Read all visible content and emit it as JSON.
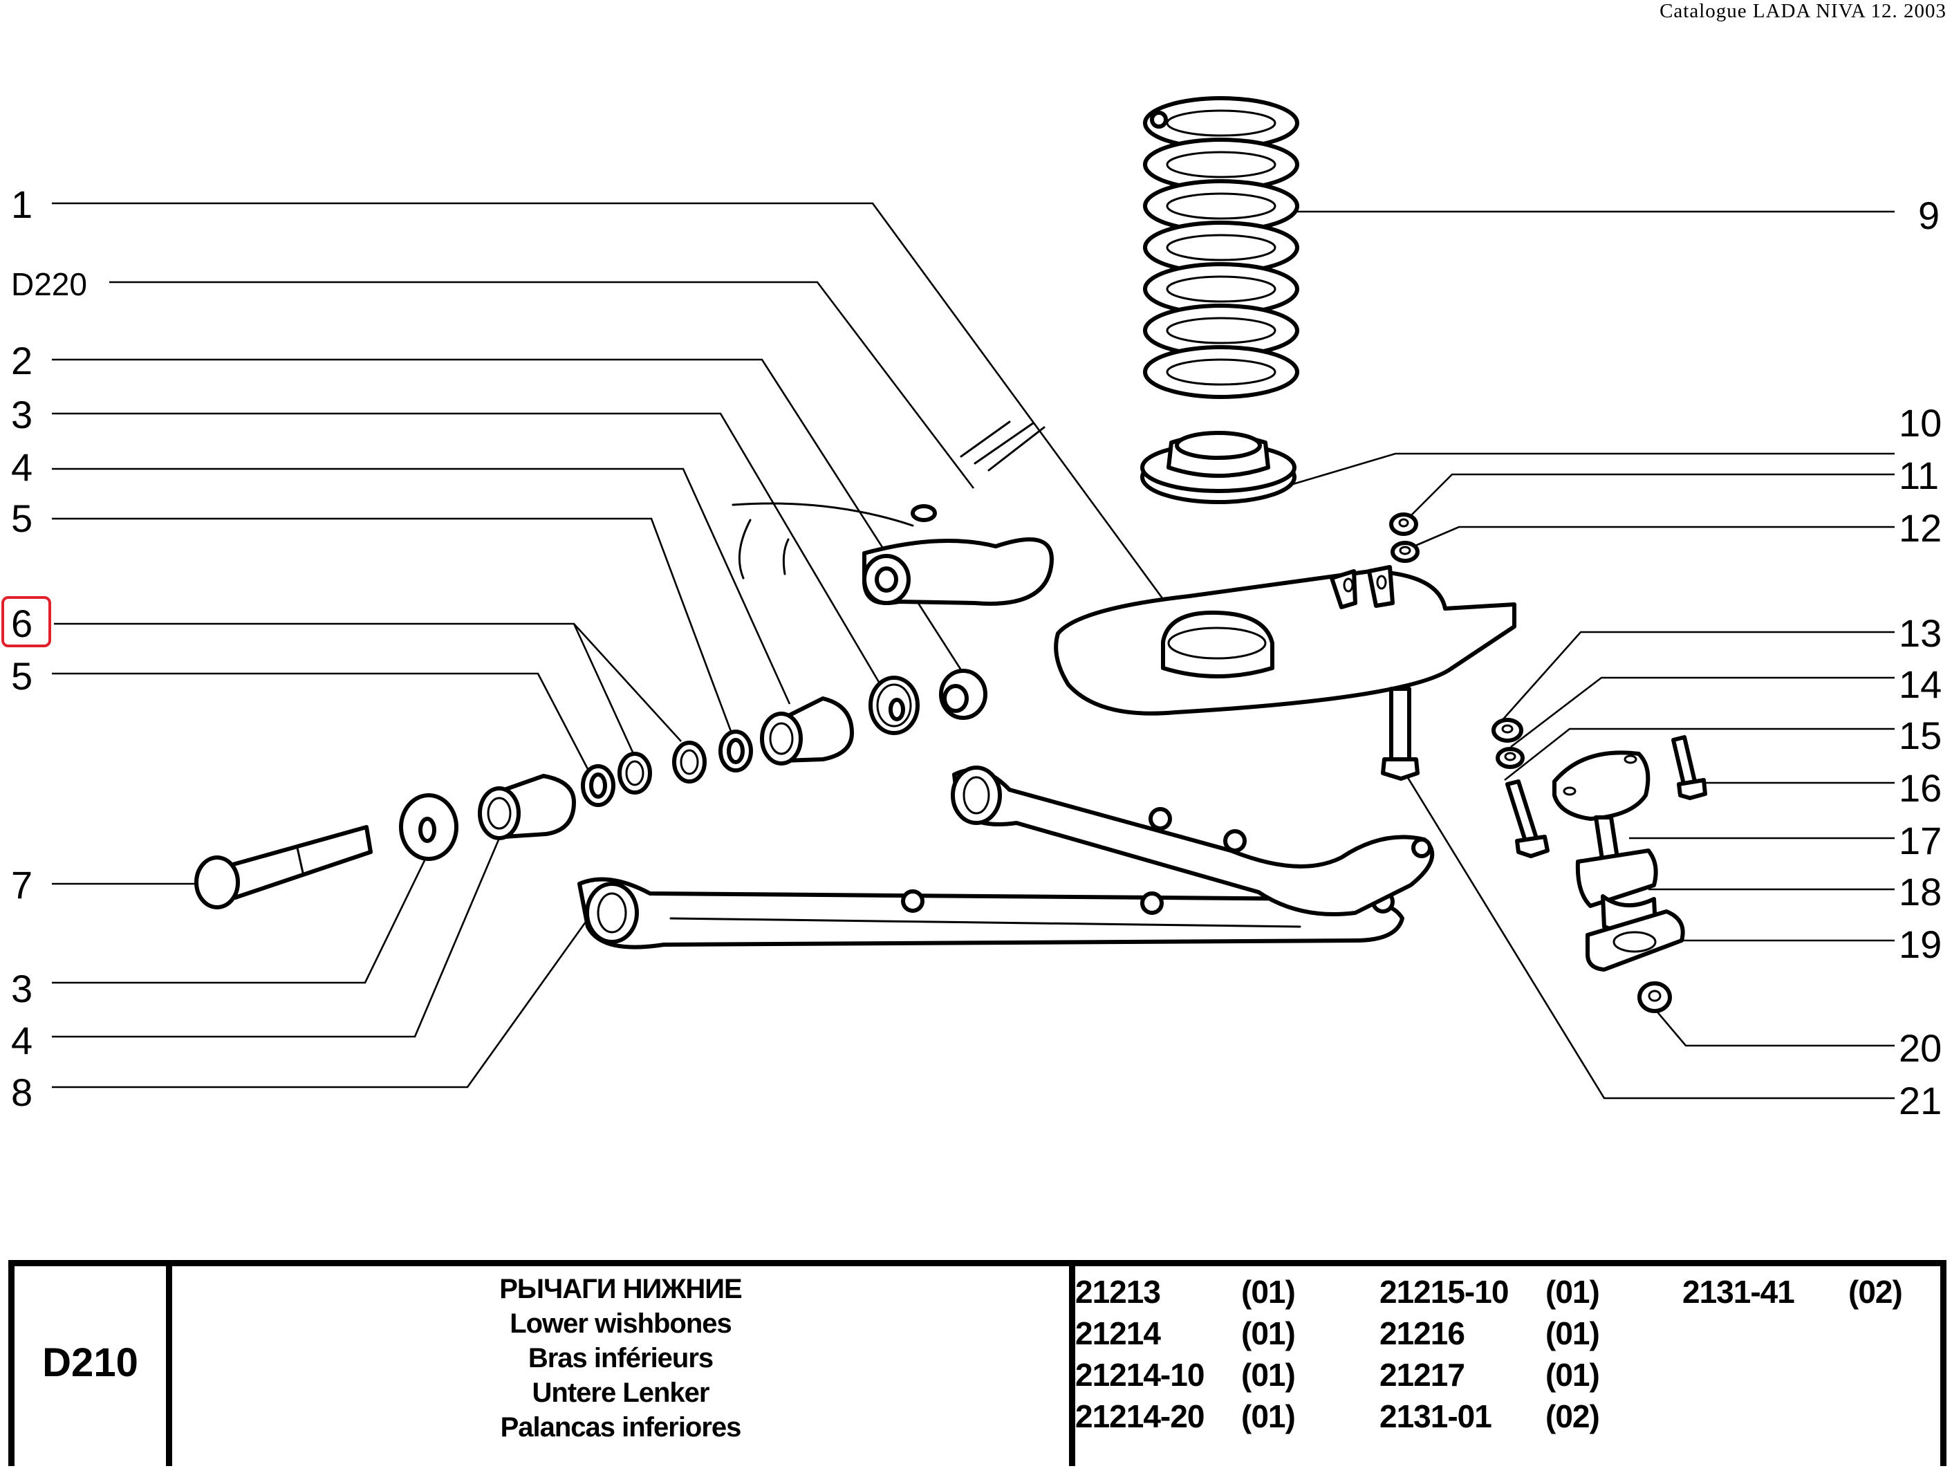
{
  "header": {
    "caption": "Catalogue LADA NIVA 12. 2003"
  },
  "diagram": {
    "title": "Exploded view of front suspension lower wishbones",
    "highlighted_callout": "6",
    "highlight_color": "#e0202a",
    "left_callouts": [
      {
        "label": "1",
        "part": "upper-arm-assembly-reference"
      },
      {
        "label": "D220",
        "part": "cross-reference-d220"
      },
      {
        "label": "2",
        "part": "self-locking-nut"
      },
      {
        "label": "3",
        "part": "thrust-washer"
      },
      {
        "label": "4",
        "part": "rubber-bushing"
      },
      {
        "label": "5",
        "part": "spacer-washer"
      },
      {
        "label": "6",
        "part": "adjusting-shims"
      },
      {
        "label": "5",
        "part": "spacer-washer"
      },
      {
        "label": "7",
        "part": "pivot-bolt"
      },
      {
        "label": "3",
        "part": "thrust-washer"
      },
      {
        "label": "4",
        "part": "rubber-bushing"
      },
      {
        "label": "8",
        "part": "lower-wishbone"
      }
    ],
    "right_callouts": [
      {
        "label": "9",
        "part": "coil-spring"
      },
      {
        "label": "10",
        "part": "spring-seat-insulator"
      },
      {
        "label": "11",
        "part": "nut"
      },
      {
        "label": "12",
        "part": "spring-washer"
      },
      {
        "label": "13",
        "part": "nut"
      },
      {
        "label": "14",
        "part": "spring-washer"
      },
      {
        "label": "15",
        "part": "bolt"
      },
      {
        "label": "16",
        "part": "bolt"
      },
      {
        "label": "17",
        "part": "ball-joint"
      },
      {
        "label": "18",
        "part": "ball-joint-boot"
      },
      {
        "label": "19",
        "part": "ball-joint-retainer-plate"
      },
      {
        "label": "20",
        "part": "self-locking-nut"
      },
      {
        "label": "21",
        "part": "bolt"
      }
    ]
  },
  "title_block": {
    "code": "D210",
    "titles": [
      "РЫЧАГИ НИЖНИЕ",
      "Lower wishbones",
      "Bras inférieurs",
      "Untere Lenker",
      "Palancas inferiores"
    ],
    "models": [
      [
        {
          "model": "21213",
          "code": "(01)"
        },
        {
          "model": "21215-10",
          "code": "(01)"
        },
        {
          "model": "2131-41",
          "code": "(02)"
        }
      ],
      [
        {
          "model": "21214",
          "code": "(01)"
        },
        {
          "model": "21216",
          "code": "(01)"
        }
      ],
      [
        {
          "model": "21214-10",
          "code": "(01)"
        },
        {
          "model": "21217",
          "code": "(01)"
        }
      ],
      [
        {
          "model": "21214-20",
          "code": "(01)"
        },
        {
          "model": "2131-01",
          "code": "(02)"
        }
      ]
    ]
  }
}
